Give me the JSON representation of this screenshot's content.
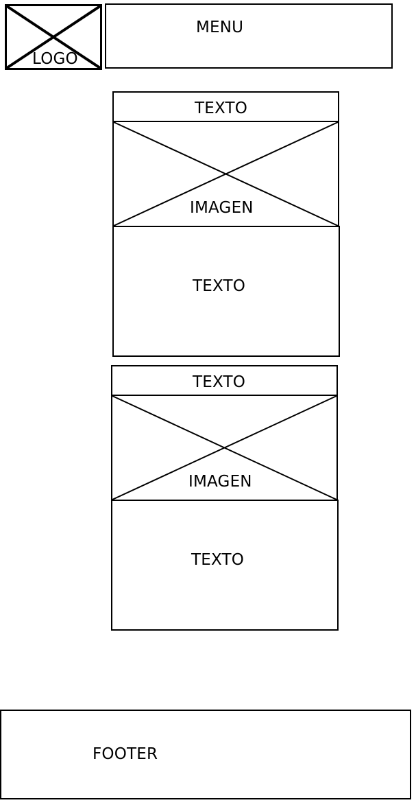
{
  "header": {
    "logo_label": "LOGO",
    "menu_label": "MENU"
  },
  "sections": [
    {
      "title": "TEXTO",
      "image_label": "IMAGEN",
      "body": "TEXTO"
    },
    {
      "title": "TEXTO",
      "image_label": "IMAGEN",
      "body": "TEXTO"
    }
  ],
  "footer": {
    "label": "FOOTER"
  }
}
